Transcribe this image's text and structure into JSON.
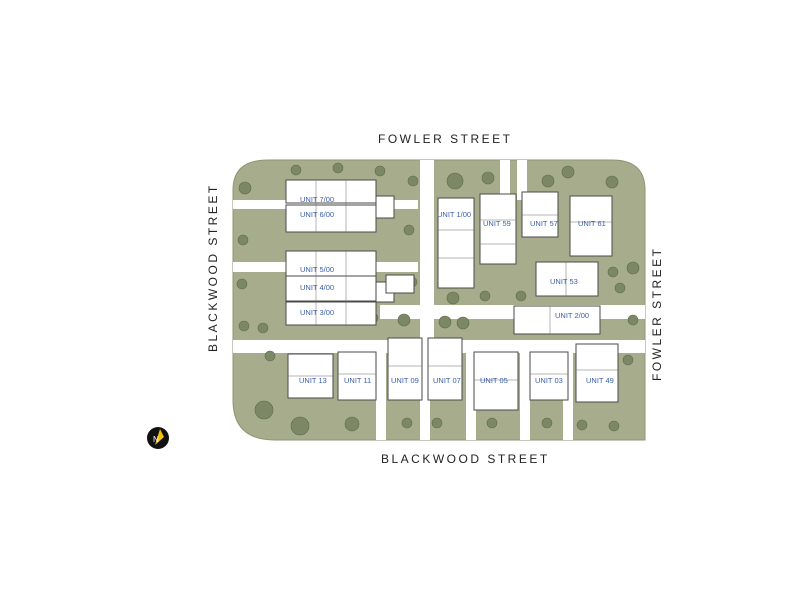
{
  "streets": {
    "north": "FOWLER STREET",
    "east": "FOWLER STREET",
    "south": "BLACKWOOD STREET",
    "west": "BLACKWOOD STREET"
  },
  "units": [
    "UNIT 7/00",
    "UNIT 6/00",
    "UNIT 5/00",
    "UNIT 4/00",
    "UNIT 3/00",
    "UNIT 1/00",
    "UNIT 59",
    "UNIT 57",
    "UNIT 61",
    "UNIT 53",
    "UNIT 2/00",
    "UNIT 13",
    "UNIT 11",
    "UNIT 09",
    "UNIT 07",
    "UNIT 05",
    "UNIT 03",
    "UNIT 49"
  ],
  "compass": {
    "icon": "north-arrow-icon",
    "label": "N"
  },
  "colors": {
    "lawn": "#a7ad8c",
    "path": "#ffffff",
    "building": "#ffffff",
    "outline": "#4a4a4a",
    "tree": "#7c8766",
    "label": "#3a5da8"
  }
}
